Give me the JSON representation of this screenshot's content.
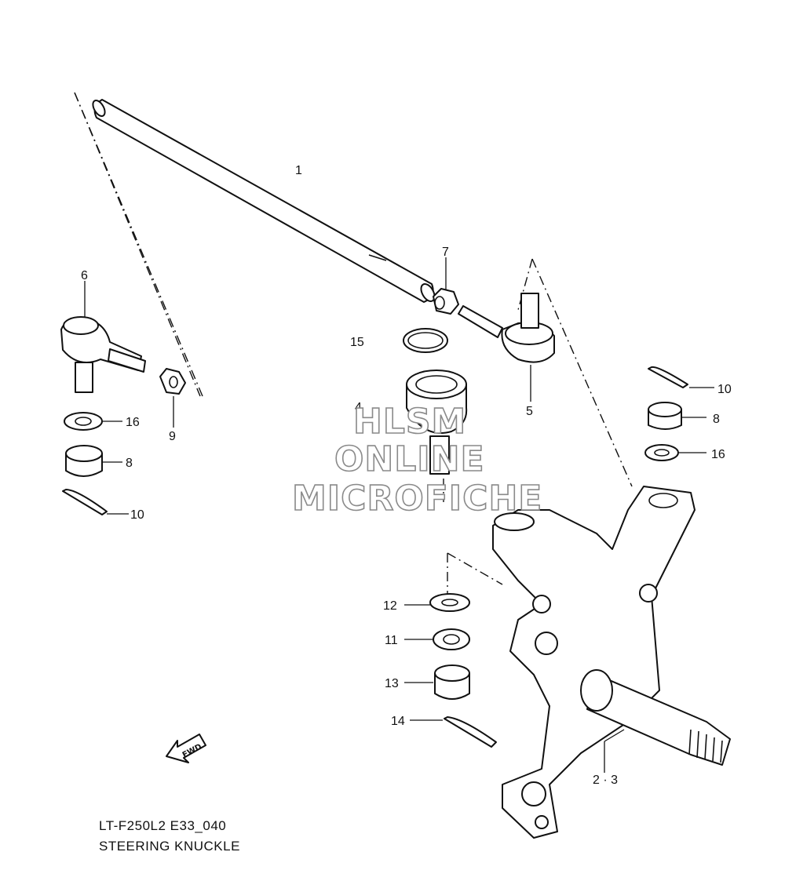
{
  "callouts": [
    {
      "id": "c1",
      "text": "1"
    },
    {
      "id": "c23",
      "text": "2 · 3"
    },
    {
      "id": "c4",
      "text": "4"
    },
    {
      "id": "c5",
      "text": "5"
    },
    {
      "id": "c6",
      "text": "6"
    },
    {
      "id": "c7",
      "text": "7"
    },
    {
      "id": "c8a",
      "text": "8"
    },
    {
      "id": "c8b",
      "text": "8"
    },
    {
      "id": "c9",
      "text": "9"
    },
    {
      "id": "c10a",
      "text": "10"
    },
    {
      "id": "c10b",
      "text": "10"
    },
    {
      "id": "c11",
      "text": "11"
    },
    {
      "id": "c12",
      "text": "12"
    },
    {
      "id": "c13",
      "text": "13"
    },
    {
      "id": "c14",
      "text": "14"
    },
    {
      "id": "c15",
      "text": "15"
    },
    {
      "id": "c16a",
      "text": "16"
    },
    {
      "id": "c16b",
      "text": "16"
    }
  ],
  "watermark": {
    "line1": "HLSM",
    "line2": "ONLINE",
    "line3": "MICROFICHE"
  },
  "fwd_label": "FWD",
  "caption": {
    "model": "LT-F250L2 E33_040",
    "title": "STEERING KNUCKLE"
  }
}
